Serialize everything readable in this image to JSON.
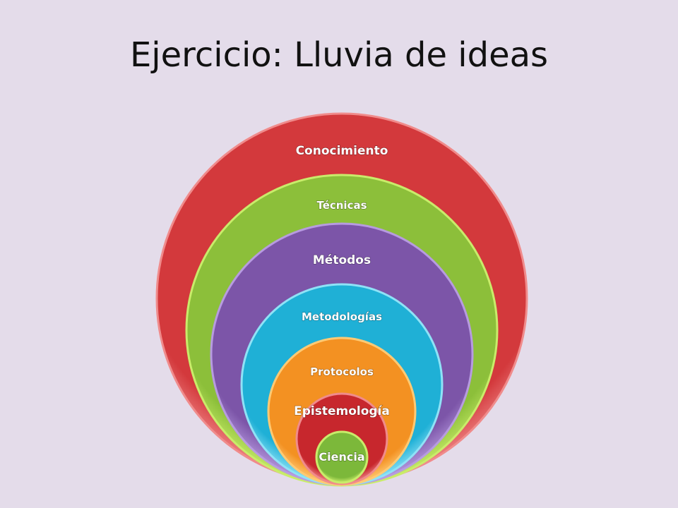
{
  "slide": {
    "title": "Ejercicio: Lluvia de ideas",
    "background": "#e4dcea"
  },
  "diagram": {
    "type": "nested-circles",
    "levels": [
      {
        "label": "Conocimiento",
        "color": "#d3393c",
        "edge": "#f08b8b"
      },
      {
        "label": "Técnicas",
        "color": "#8cbf3a",
        "edge": "#c9ec6a"
      },
      {
        "label": "Métodos",
        "color": "#7c55a8",
        "edge": "#b79be0"
      },
      {
        "label": "Metodologías",
        "color": "#1fb0d6",
        "edge": "#8fe2f6"
      },
      {
        "label": "Protocolos",
        "color": "#f39122",
        "edge": "#ffca74"
      },
      {
        "label": "Epistemología",
        "color": "#c7272d",
        "edge": "#f08b8b"
      },
      {
        "label": "Ciencia",
        "color": "#7cb83a",
        "edge": "#c9ec6a"
      }
    ]
  }
}
